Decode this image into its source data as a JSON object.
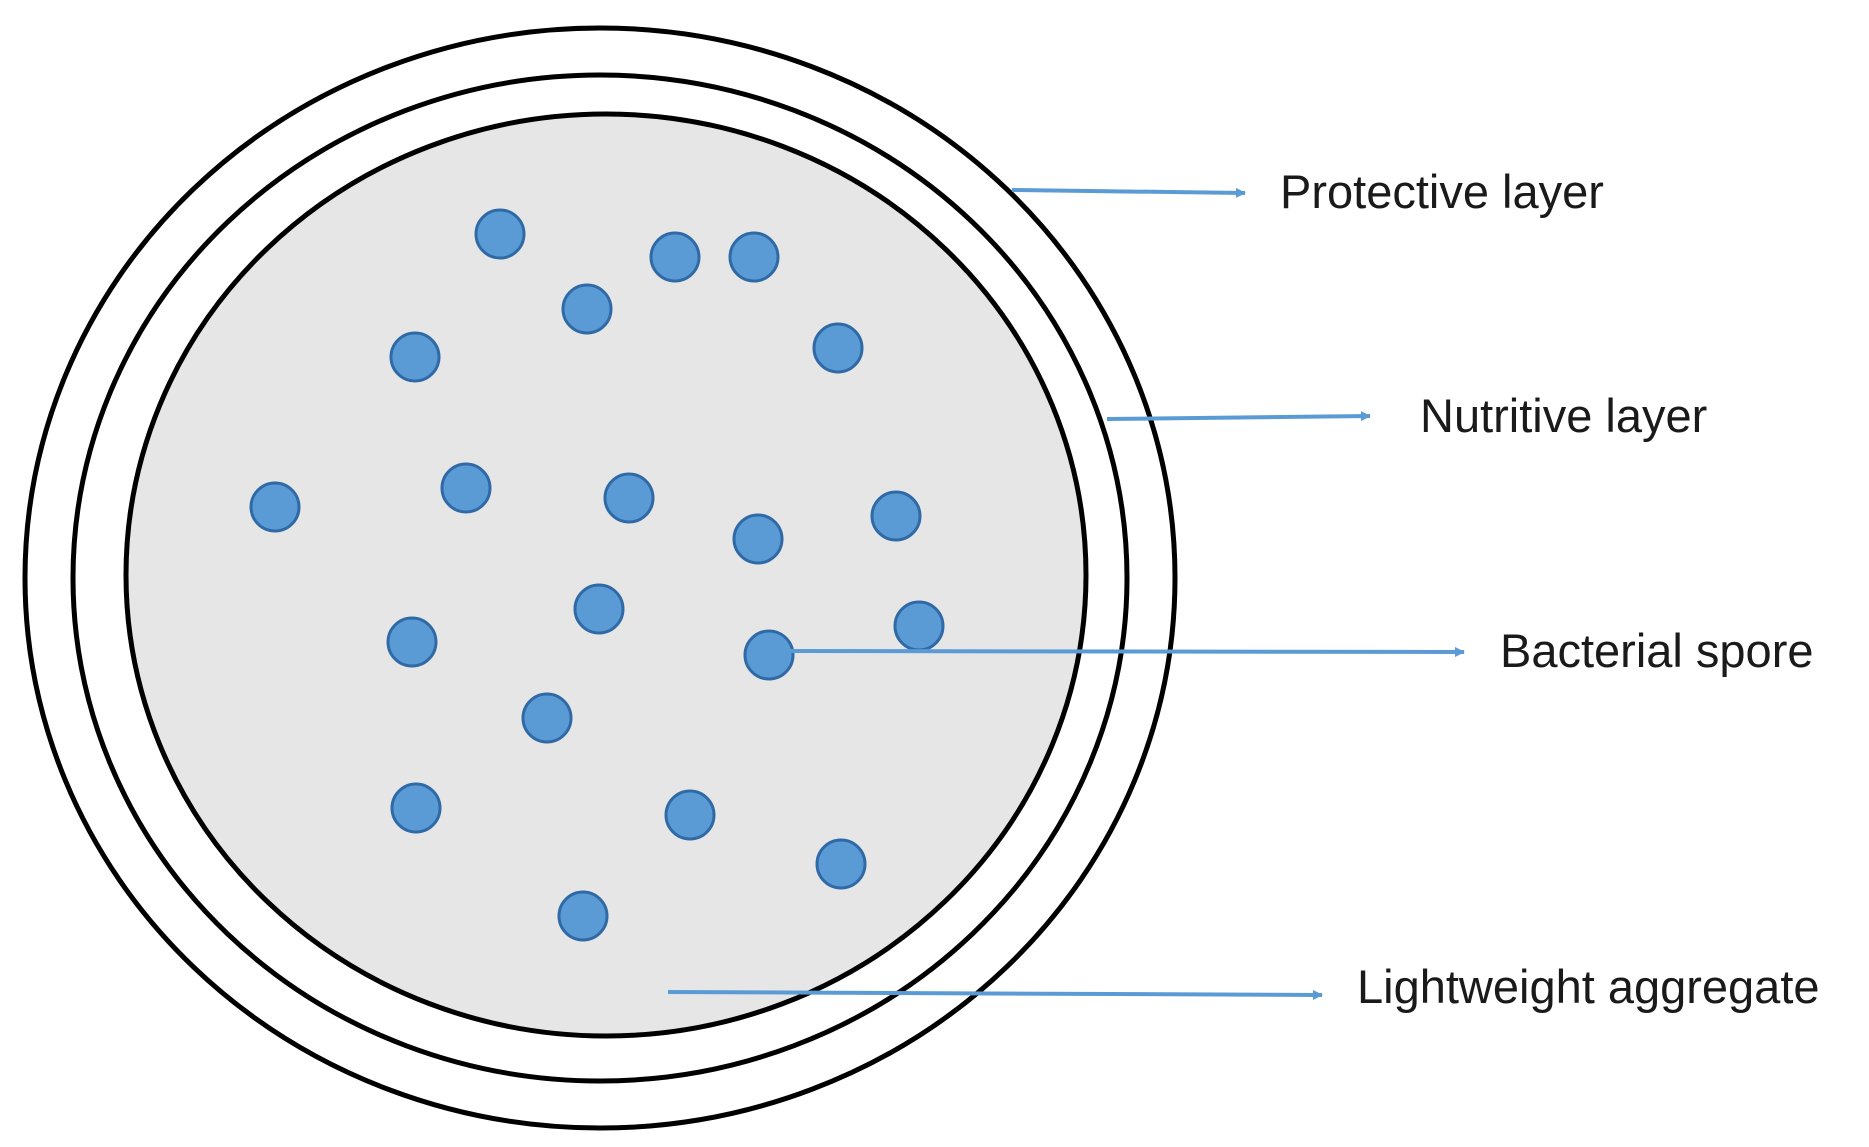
{
  "colors": {
    "core_fill": "#e6e6e6",
    "spore_fill": "#5b9bd5",
    "arrow": "#5b9bd5",
    "outline": "#000000"
  },
  "layers": {
    "protective_label": "Protective layer",
    "nutritive_label": "Nutritive layer",
    "spore_label": "Bacterial spore",
    "aggregate_label": "Lightweight aggregate"
  }
}
